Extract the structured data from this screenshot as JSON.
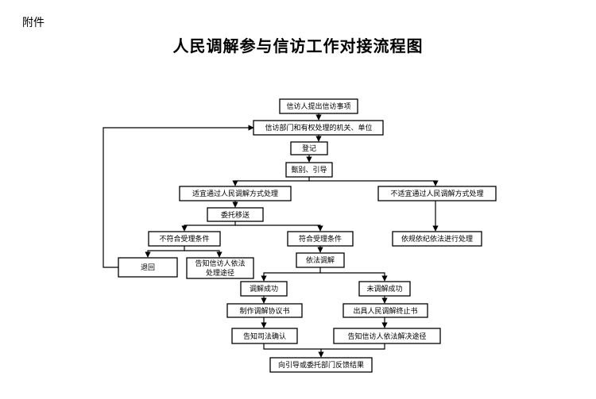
{
  "header": {
    "attachment": "附件",
    "title": "人民调解参与信访工作对接流程图"
  },
  "nodes": {
    "raise": "信访人提出信访事项",
    "dept": "信访部门和有权处理的机关、单位",
    "register": "登记",
    "screen": "甄别、引导",
    "suitable": "适宜通过人民调解方式处理",
    "unsuitable": "不适宜通过人民调解方式处理",
    "entrust": "委托移送",
    "notmeet": "不符合受理条件",
    "meet": "符合受理条件",
    "legal": "依规依纪依法进行处理",
    "return": "退回",
    "inform_route_l1": "告知信访人依法",
    "inform_route_l2": "处理途径",
    "mediate": "依法调解",
    "success": "调解成功",
    "fail": "未调解成功",
    "agreement": "制作调解协议书",
    "terminate": "出具人民调解终止书",
    "judicial": "告知司法确认",
    "inform_solve": "告知信访人依法解决途径",
    "feedback": "向引导或委托部门反馈结果"
  }
}
